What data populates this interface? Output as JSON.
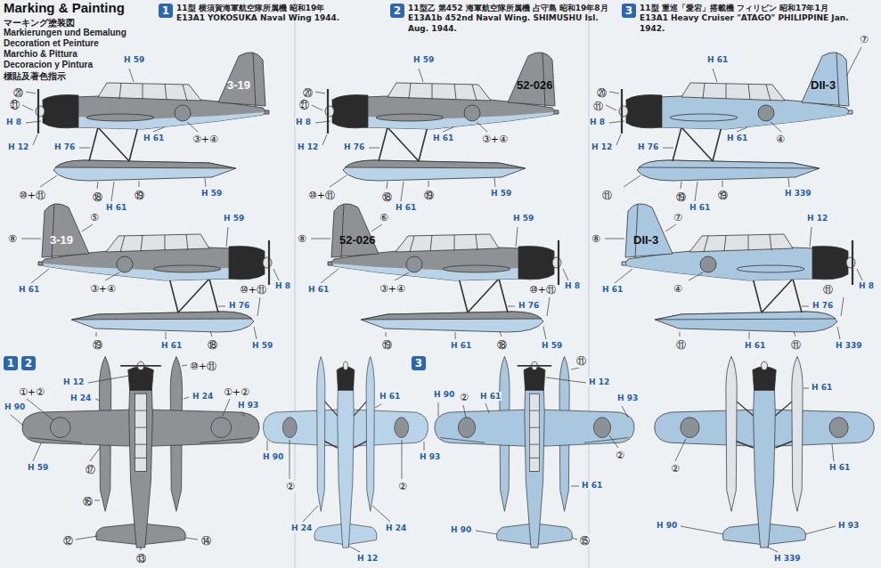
{
  "diagram": {
    "title": "Marking & Painting",
    "nodes": [
      {
        "text": [
          "1",
          "11型 横須賀海軍航空隊所属機 昭和19年",
          "E13A1 YOKOSUKA Naval Wing 1944."
        ]
      },
      {
        "text": [
          "2",
          "11型乙 第452 海軍航空隊所属機 占守島 昭和19年8月",
          "E13A1b 452nd Naval Wing. SHIMUSHU Isl. Aug. 1944."
        ]
      },
      {
        "text": [
          "3",
          "11型 重巡「愛宕」搭載機 フィリピン 昭和17年1月",
          "E13A1 Heavy Cruiser \"ATAGO\" PHILIPPINE Jan. 1942."
        ]
      },
      {
        "text": [
          "1"
        ]
      },
      {
        "text": [
          "2"
        ]
      },
      {
        "text": [
          "3"
        ]
      }
    ],
    "labels": [
      "マーキング塗装図",
      "Markierungen und Bemalung",
      "Decoration et Peinture",
      "Marchio & Pittura",
      "Decoracion y Pintura",
      "標貼及著色指示",
      "H 59",
      "⑳",
      "㉑",
      "H 8",
      "H 12",
      "H 76",
      "H 61",
      "③+④",
      "⑩+⑪",
      "⑱",
      "⑲",
      "H 61",
      "H 59",
      "3-19",
      "⑧",
      "⑤",
      "H 61",
      "③+④",
      "H 59",
      "H 76",
      "⑩+⑪",
      "H 8",
      "⑲",
      "H 61",
      "⑱",
      "H 59",
      "3-19",
      "H 59",
      "⑳",
      "㉑",
      "H 8",
      "H 12",
      "H 76",
      "H 61",
      "③+④",
      "⑩+⑪",
      "⑱",
      "⑲",
      "H 61",
      "H 59",
      "52-026",
      "⑧",
      "⑥",
      "H 61",
      "③+④",
      "H 59",
      "H 76",
      "⑩+⑪",
      "H 8",
      "⑲",
      "H 61",
      "⑱",
      "H 59",
      "52-026",
      "H 61",
      "⑳",
      "⑪",
      "H 8",
      "H 12",
      "H 76",
      "H 61",
      "④",
      "⑪",
      "⑲",
      "⑲",
      "H 61",
      "H 339",
      "DII-3",
      "⑦",
      "⑧",
      "⑦",
      "H 61",
      "④",
      "H 12",
      "H 76",
      "⑪",
      "H 8",
      "⑪",
      "H 61",
      "⑪",
      "H 339",
      "DII-3",
      "⑩+⑪",
      "①+②",
      "①+②",
      "H 12",
      "H 24",
      "H 24",
      "H 93",
      "H 90",
      "H 59",
      "⑰",
      "⑯",
      "⑫",
      "⑬",
      "⑭",
      "H 61",
      "H 93",
      "H 90",
      "②",
      "②",
      "H 24",
      "H 24",
      "H 12",
      "⑪",
      "H 12",
      "H 90",
      "②",
      "H 61",
      "H 93",
      "②",
      "H 61",
      "H 90",
      "⑮",
      "H 61",
      "H 61",
      "②",
      "H 90",
      "H 93",
      "H 339"
    ]
  }
}
